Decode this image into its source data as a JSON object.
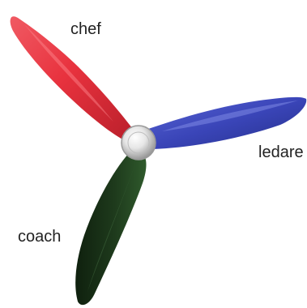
{
  "diagram": {
    "blades": [
      {
        "label": "chef",
        "color": "#e8323e"
      },
      {
        "label": "ledare",
        "color": "#3a45b8"
      },
      {
        "label": "coach",
        "color": "#1e3a1c"
      }
    ],
    "hub_color": "#d9d9d9"
  }
}
